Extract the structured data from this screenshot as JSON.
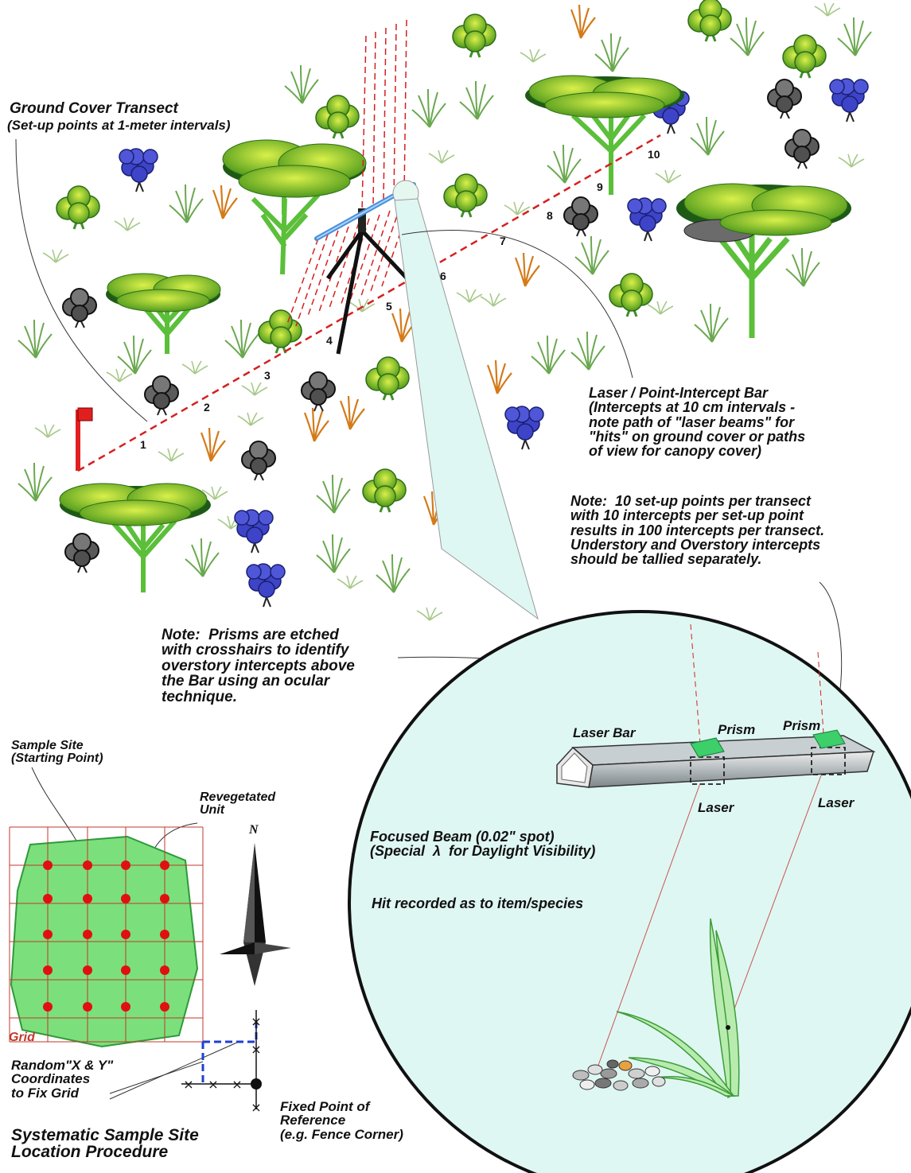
{
  "labels": {
    "transect_title": "Ground Cover Transect",
    "transect_sub": "(Set-up points at 1-meter intervals)",
    "laser_bar_desc": "Laser / Point-Intercept Bar\n(Intercepts at 10 cm intervals -\nnote path of \"laser beams\" for\n\"hits\" on ground cover or paths\nof view for canopy cover)",
    "note_setup": "Note:  10 set-up points per transect\nwith 10 intercepts per set-up point\nresults in 100 intercepts per transect.\nUnderstory and Overstory intercepts\nshould be tallied separately.",
    "note_prisms": "Note:  Prisms are etched\nwith crosshairs to identify\noverstory intercepts above\nthe Bar using an ocular\ntechnique.",
    "sample_site": "Sample Site\n(Starting Point)",
    "revegetated_unit": "Revegetated\nUnit",
    "north": "N",
    "grid": "Grid",
    "random_xy": "Random\"X & Y\"\nCoordinates\nto Fix Grid",
    "fixed_point": "Fixed Point of\nReference\n(e.g. Fence Corner)",
    "procedure_title": "Systematic Sample Site\nLocation Procedure",
    "laser_bar": "Laser Bar",
    "prism_1": "Prism",
    "prism_2": "Prism",
    "laser_1": "Laser",
    "laser_2": "Laser",
    "focused_beam": "Focused Beam (0.02\" spot)\n(Special  λ  for Daylight Visibility)",
    "hit_recorded": "Hit recorded as to item/species"
  },
  "transect_points": [
    "1",
    "2",
    "3",
    "4",
    "5",
    "6",
    "7",
    "8",
    "9",
    "10"
  ],
  "colors": {
    "transect_line": "#d42020",
    "flag": "#e02020",
    "grid_lines": "#c0392b",
    "grid_dots": "#e01010",
    "unit_fill": "#7be07b",
    "lens_fill": "#dff7f3",
    "shrub_blue": "#3d44c8",
    "shrub_dark": "#555555",
    "tree_trunk": "#5bbf3a",
    "grass_green": "#6aa84f",
    "grass_orange": "#d47a1a"
  },
  "icons": [
    "flag-icon",
    "tripod-icon",
    "laser-bar-icon",
    "north-arrow-icon",
    "tree-icon",
    "shrub-icon",
    "grass-icon",
    "pebbles-icon"
  ]
}
